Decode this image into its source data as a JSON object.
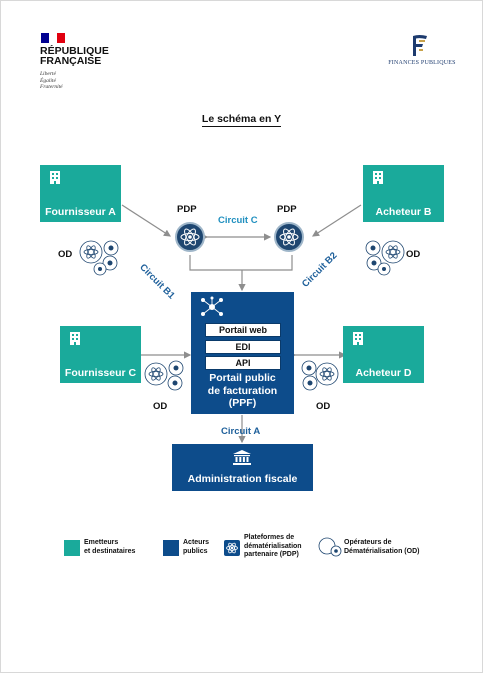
{
  "header": {
    "republic_line1": "RÉPUBLIQUE",
    "republic_line2": "FRANÇAISE",
    "motto": [
      "Liberté",
      "Égalité",
      "Fraternité"
    ],
    "finances_label": "FINANCES PUBLIQUES"
  },
  "title": "Le schéma en Y",
  "nodes": {
    "fournisseur_a": "Fournisseur A",
    "acheteur_b": "Acheteur B",
    "fournisseur_c": "Fournisseur C",
    "acheteur_d": "Acheteur D",
    "pdp_left": "PDP",
    "pdp_right": "PDP",
    "od_left_top": "OD",
    "od_right_top": "OD",
    "od_left_bottom": "OD",
    "od_right_bottom": "OD",
    "ppf_items": [
      "Portail web",
      "EDI",
      "API"
    ],
    "ppf_title": [
      "Portail public",
      "de facturation",
      "(PPF)"
    ],
    "admin": "Administration fiscale"
  },
  "edges": {
    "circuit_c": "Circuit C",
    "circuit_b1": "Circuit B1",
    "circuit_b2": "Circuit B2",
    "circuit_a": "Circuit A"
  },
  "legend": {
    "emetteurs": [
      "Emetteurs",
      "et destinataires"
    ],
    "acteurs": [
      "Acteurs",
      "publics"
    ],
    "plateformes": [
      "Plateformes de",
      "dématérialisation",
      "partenaire (PDP)"
    ],
    "operateurs": [
      "Opérateurs de",
      "Dématérialisation (OD)"
    ]
  },
  "colors": {
    "teal": "#1aaa9b",
    "navy": "#0d4c8b",
    "circuit_blue": "#1f8fbf",
    "flag_blue": "#000091",
    "flag_red": "#e1000f"
  }
}
